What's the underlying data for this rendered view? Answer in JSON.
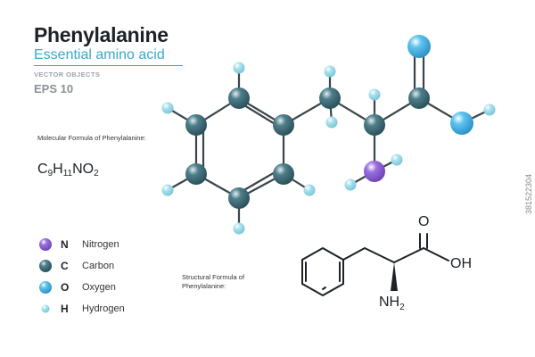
{
  "header": {
    "title": "Phenylalanine",
    "subtitle": "Essential amino acid",
    "vector_objects": "VECTOR OBJECTS",
    "eps": "EPS 10"
  },
  "molecular": {
    "label": "Molecular Formula of Phenylalanine:",
    "formula": {
      "c": "C",
      "c_n": "9",
      "h": "H",
      "h_n": "11",
      "n": "N",
      "o": "O",
      "o_n": "2"
    }
  },
  "legend": [
    {
      "symbol": "N",
      "name": "Nitrogen",
      "color": "#9b6fe0"
    },
    {
      "symbol": "C",
      "name": "Carbon",
      "color": "#4f7f8b"
    },
    {
      "symbol": "O",
      "name": "Oxygen",
      "color": "#5fc4f0"
    },
    {
      "symbol": "H",
      "name": "Hydrogen",
      "color": "#a9e1ee"
    }
  ],
  "structural": {
    "label": "Structural Formula of Phenylalanine:",
    "carbonyl_o": "O",
    "hydroxyl": "OH",
    "amine": "NH",
    "amine_sub": "2"
  },
  "side_id": "381522304",
  "colors": {
    "accent": "#39a9c9",
    "bond": "#2f3a40"
  }
}
